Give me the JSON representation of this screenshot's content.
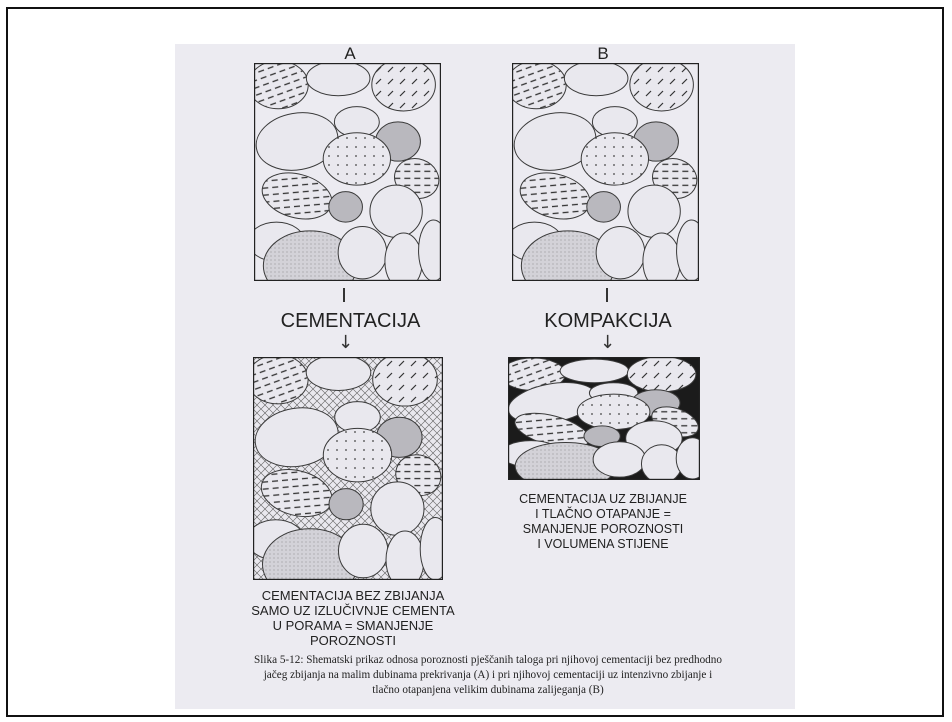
{
  "panels": {
    "a": {
      "letter": "A",
      "process": "CEMENTACIJA",
      "result_lines": [
        "CEMENTACIJA BEZ ZBIJANJA",
        "SAMO UZ IZLUČIVNJE CEMENTA",
        "U  PORAMA = SMANJENJE",
        "POROZNOSTI"
      ]
    },
    "b": {
      "letter": "B",
      "process": "KOMPAKCIJA",
      "result_lines": [
        "CEMENTACIJA UZ ZBIJANJE",
        "I TLAČNO OTAPANJE =",
        "SMANJENJE POROZNOSTI",
        "I VOLUMENA STIJENE"
      ]
    }
  },
  "arrow_glyph": "↓",
  "caption_lines": [
    "Slika 5-12: Shematski prikaz odnosa poroznosti pješčanih taloga pri njihovoj cementaciji bez predhodno",
    "jačeg zbijanja na malim dubinama prekrivanja (A) i pri njihovoj cementaciji uz intenzivno zbijanje i",
    "tlačno otapanjena velikim dubinama zalijeganja (B)"
  ],
  "colors": {
    "grain_fill": "#e9e8ee",
    "grain_stroke": "#3a3a3a",
    "dark_grain": "#b9b8be",
    "cement_dark": "#1b1b1b",
    "paper": "#ecebf1"
  }
}
